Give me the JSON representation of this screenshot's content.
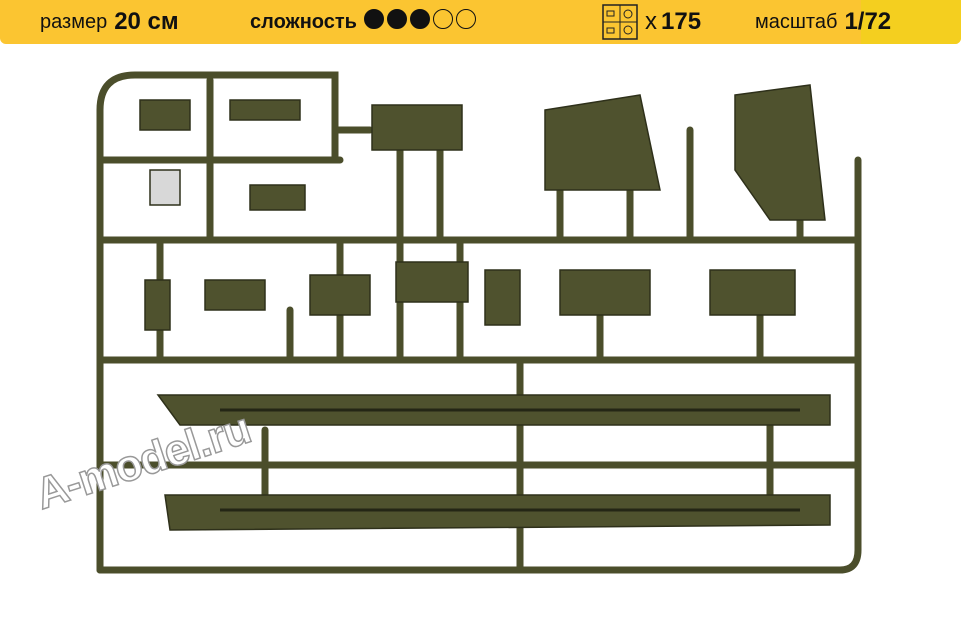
{
  "header": {
    "size_label": "размер",
    "size_value": "20 см",
    "difficulty_label": "сложность",
    "difficulty_rating": 3,
    "difficulty_max": 5,
    "parts_prefix": "x",
    "parts_count": "175",
    "scale_label": "масштаб",
    "scale_value": "1/72",
    "accent_color": "#fbc531"
  },
  "watermark": {
    "text": "A-model.ru"
  }
}
